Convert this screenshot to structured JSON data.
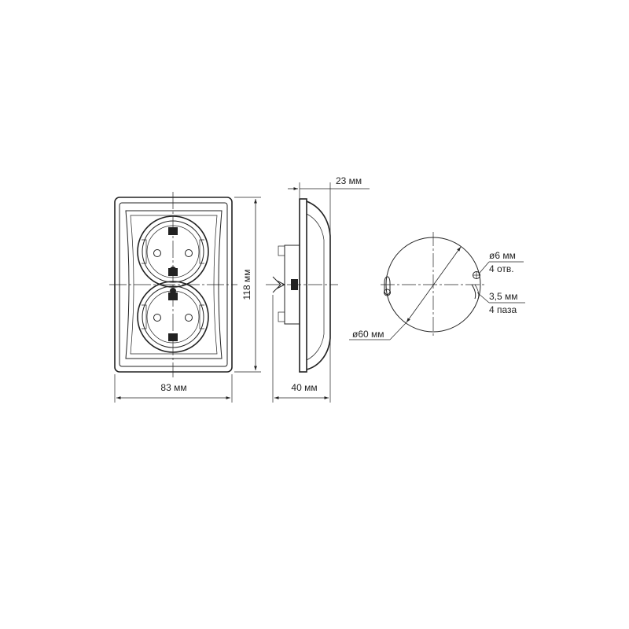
{
  "front_view": {
    "width_label": "83 мм",
    "height_label": "118 мм"
  },
  "side_view": {
    "depth_label": "40 мм",
    "protrusion_label": "23 мм"
  },
  "mounting_view": {
    "diameter_label": "ø60 мм",
    "hole_label": "ø6 мм",
    "hole_count_label": "4 отв.",
    "slot_label": "3,5 мм",
    "slot_count_label": "4 паза"
  }
}
